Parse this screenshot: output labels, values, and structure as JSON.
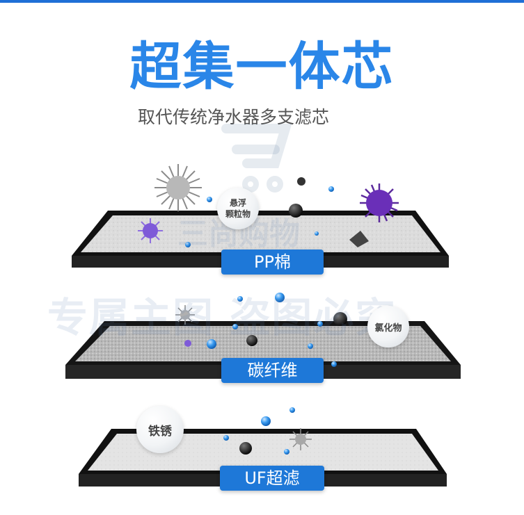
{
  "headline": "超集一体芯",
  "subheadline": "取代传统净水器多支滤芯",
  "watermark": {
    "line1": "三尚购物",
    "line2": "专属主图   盗图必究"
  },
  "layers": [
    {
      "label": "PP棉"
    },
    {
      "label": "碳纤维"
    },
    {
      "label": "UF超滤"
    }
  ],
  "particles": {
    "suspended": "悬浮\n颗粒物",
    "chlorine": "氯化物",
    "rust": "铁锈"
  },
  "colors": {
    "accent": "#2a86e8",
    "label_bg": "#1e78d8",
    "frame": "#141414",
    "virus_purple": "#6a2fb8"
  },
  "icons": [
    "cart-logo-watermark",
    "gray-virus-icon",
    "purple-virus-icon",
    "black-particle-icon",
    "water-droplet-icon"
  ]
}
